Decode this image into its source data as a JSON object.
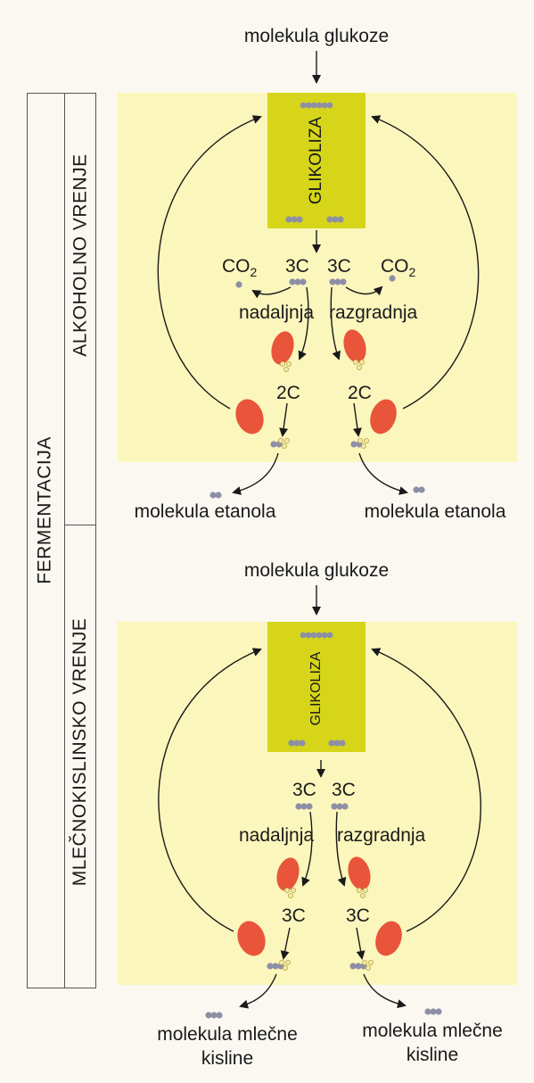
{
  "sidebar": {
    "outer_label": "FERMENTACIJA",
    "panel1_label": "ALKOHOLNO VRENJE",
    "panel2_label": "MLEČNOKISLINSKO VRENJE"
  },
  "panel1": {
    "input_label": "molekula glukoze",
    "glycolysis_label": "GLIKOLIZA",
    "left_3c": "3C",
    "right_3c": "3C",
    "co2_left_main": "CO",
    "co2_left_sub": "2",
    "co2_right_main": "CO",
    "co2_right_sub": "2",
    "breakdown_left": "nadaljnja",
    "breakdown_right": "razgradnja",
    "left_2c": "2C",
    "right_2c": "2C",
    "product_left": "molekula etanola",
    "product_right": "molekula etanola"
  },
  "panel2": {
    "input_label": "molekula glukoze",
    "glycolysis_label": "GLIKOLIZA",
    "left_3c": "3C",
    "right_3c": "3C",
    "breakdown_left": "nadaljnja",
    "breakdown_right": "razgradnja",
    "left_3c_b": "3C",
    "right_3c_b": "3C",
    "product_left_line1": "molekula mlečne",
    "product_left_line2": "kisline",
    "product_right_line1": "molekula mlečne",
    "product_right_line2": "kisline"
  },
  "colors": {
    "panel_bg": "#fbf6bc",
    "glycolysis_box": "#d6d51a",
    "enzyme": "#e8553a",
    "molecule": "#8e8fa6"
  }
}
